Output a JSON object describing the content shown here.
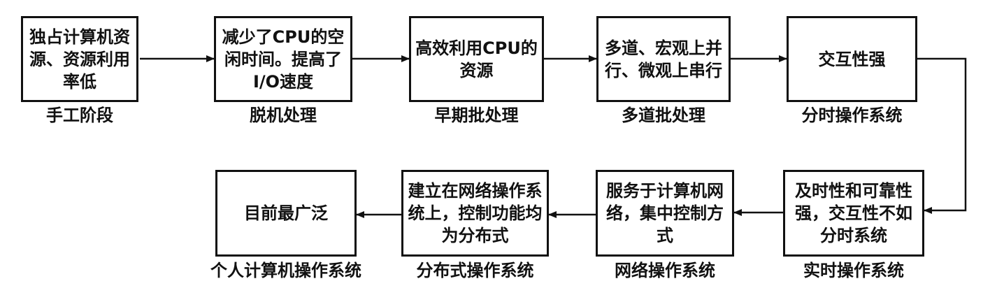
{
  "stages": [
    {
      "box": "独占计算机资源、资源利用率低",
      "label": "手工阶段"
    },
    {
      "box": "减少了CPU的空闲时间。提高了I/O速度",
      "label": "脱机处理"
    },
    {
      "box": "高效利用CPU的资源",
      "label": "早期批处理"
    },
    {
      "box": "多道、宏观上并行、微观上串行",
      "label": "多道批处理"
    },
    {
      "box": "交互性强",
      "label": "分时操作系统"
    },
    {
      "box": "及时性和可靠性强，交互性不如分时系统",
      "label": "实时操作系统"
    },
    {
      "box": "服务于计算机网络，集中控制方式",
      "label": "网络操作系统"
    },
    {
      "box": "建立在网络操作系统上，控制功能均为分布式",
      "label": "分布式操作系统"
    },
    {
      "box": "目前最广泛",
      "label": "个人计算机操作系统"
    }
  ]
}
